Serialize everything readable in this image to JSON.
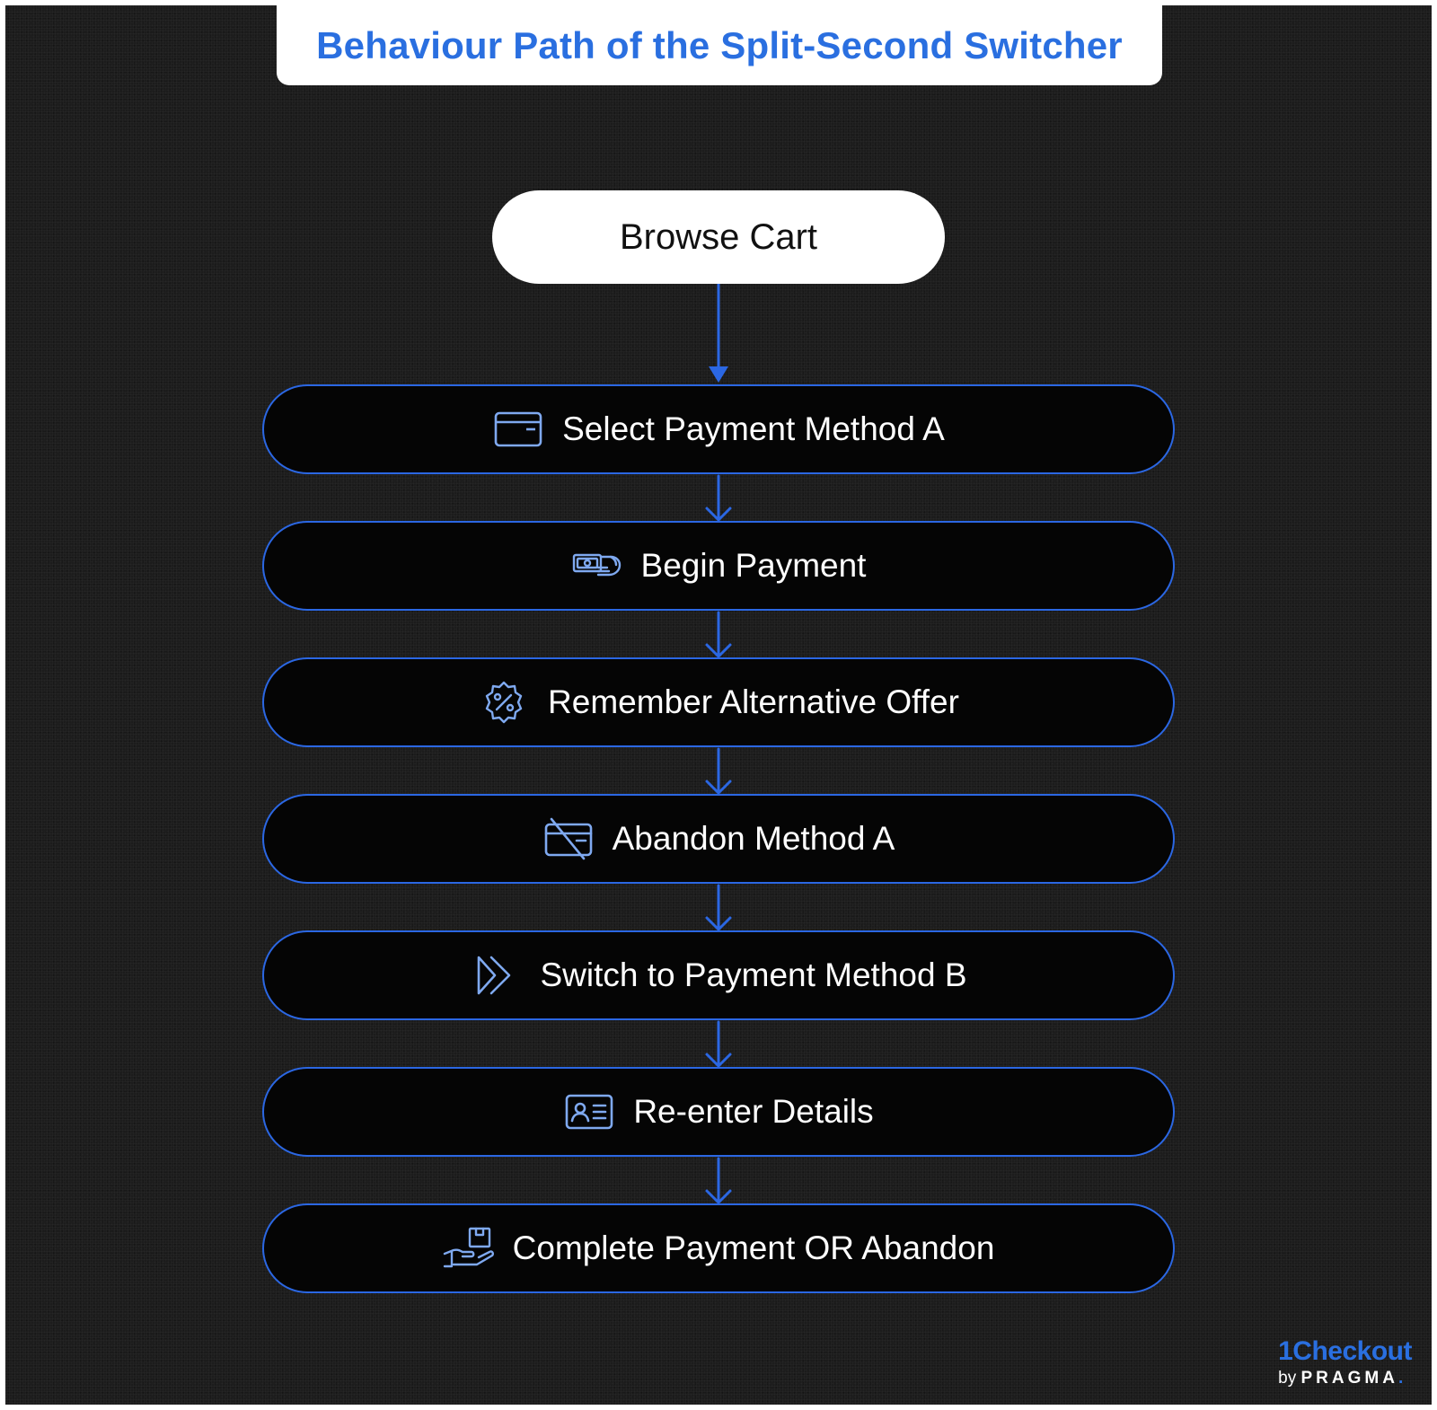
{
  "title": "Behaviour Path of the Split-Second Switcher",
  "start": {
    "label": "Browse Cart"
  },
  "steps": [
    {
      "label": "Select Payment Method A",
      "icon": "credit-card-icon"
    },
    {
      "label": "Begin Payment",
      "icon": "cash-in-hand-icon"
    },
    {
      "label": "Remember Alternative Offer",
      "icon": "discount-badge-icon"
    },
    {
      "label": "Abandon Method A",
      "icon": "card-slash-icon"
    },
    {
      "label": "Switch to Payment Method B",
      "icon": "fast-forward-icon"
    },
    {
      "label": "Re-enter Details",
      "icon": "id-card-icon"
    },
    {
      "label": "Complete Payment OR Abandon",
      "icon": "hand-package-icon"
    }
  ],
  "logo": {
    "name": "1Checkout",
    "by": "by",
    "brand": "PRAGMA",
    "dot": "."
  },
  "colors": {
    "accent": "#2b67e3",
    "background": "#1c1c1c",
    "node_fill": "#050505",
    "title_text": "#2a6fe0"
  }
}
